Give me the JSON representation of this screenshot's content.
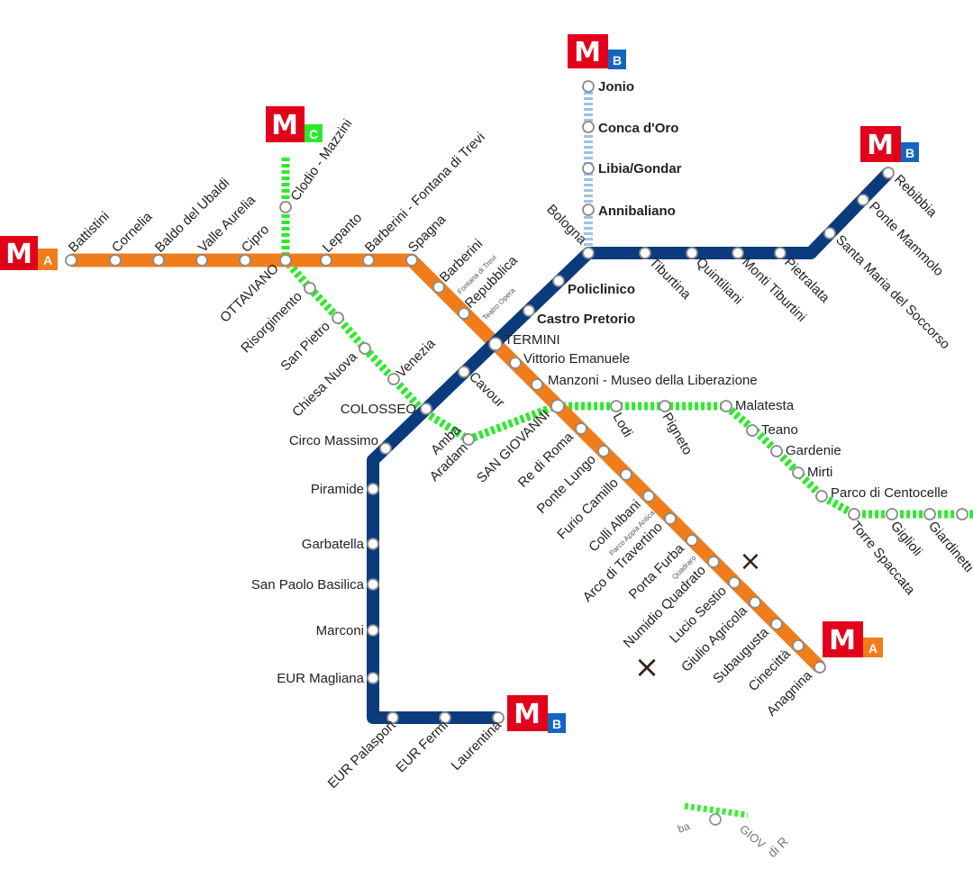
{
  "colors": {
    "line_a": "#f07d1a",
    "line_b": "#0b3b7c",
    "line_b1": "#9dc3e6",
    "line_c": "#2ee82e",
    "metro_red": "#e3001b",
    "badge_b": "#1565c0",
    "station_fill": "#ffffff",
    "station_stroke": "#8a8a8a"
  },
  "terminals": [
    {
      "id": "terminal-a-west",
      "letter": "A",
      "m": "M",
      "badge_color": "#f07d1a"
    },
    {
      "id": "terminal-b1-north",
      "letter": "B",
      "m": "M",
      "badge_color": "#1565c0"
    },
    {
      "id": "terminal-b-northeast",
      "letter": "B",
      "m": "M",
      "badge_color": "#1565c0"
    },
    {
      "id": "terminal-c-north",
      "letter": "C",
      "m": "M",
      "badge_color": "#2ee82e"
    },
    {
      "id": "terminal-b-south",
      "letter": "B",
      "m": "M",
      "badge_color": "#1565c0"
    },
    {
      "id": "terminal-a-southeast",
      "letter": "A",
      "m": "M",
      "badge_color": "#f07d1a"
    }
  ],
  "line_a_stations": [
    "Battistini",
    "Cornelia",
    "Baldo del Ubaldi",
    "Valle Aurelia",
    "Cipro",
    "OTTAVIANO",
    "Lepanto",
    "Barberini - Fontana di Trevi",
    "Spagna",
    "Barberini",
    "Repubblica",
    "TERMINI",
    "Vittorio Emanuele",
    "Manzoni - Museo della Liberazione",
    "SAN GIOVANNI",
    "Re di Roma",
    "Ponte Lungo",
    "Furio Camillo",
    "Colli Albani",
    "Arco di Travertino",
    "Porta Furba",
    "Numidio Quadrato",
    "Lucio Sestio",
    "Giulio Agricola",
    "Subaugusta",
    "Cinecittà",
    "Anagnina"
  ],
  "line_a_sublabels": [
    "Fontana di Trevi",
    "Teatro Opera",
    "Parco Appia Antica",
    "Quadraro"
  ],
  "line_b_stations": [
    "Rebibbia",
    "Ponte Mammolo",
    "Santa Maria del Soccorso",
    "Pietralata",
    "Monti Tiburtini",
    "Quintiliani",
    "Tiburtina",
    "Bologna",
    "Policlinico",
    "Castro Pretorio",
    "TERMINI",
    "Cavour",
    "COLOSSEO",
    "Circo Massimo",
    "Piramide",
    "Garbatella",
    "San Paolo Basilica",
    "Marconi",
    "EUR Magliana",
    "EUR Palasport",
    "EUR Fermi",
    "Laurentina"
  ],
  "line_b1_stations": [
    "Jonio",
    "Conca d'Oro",
    "Libia/Gondar",
    "Annibaliano"
  ],
  "line_c_stations": [
    "Clodio - Mazzini",
    "Risorgimento",
    "San Pietro",
    "Chiesa Nuova",
    "Venezia",
    "Amba",
    "Aradam",
    "Lodi",
    "Pigneto",
    "Malatesta",
    "Teano",
    "Gardenie",
    "Mirti",
    "Parco di Centocelle",
    "Torre Spaccata",
    "Giglioli",
    "Giardinetti"
  ],
  "annotation_marks": [
    "×",
    "×"
  ],
  "ghost_fragments": [
    "ba",
    "GIOV",
    "di R"
  ]
}
